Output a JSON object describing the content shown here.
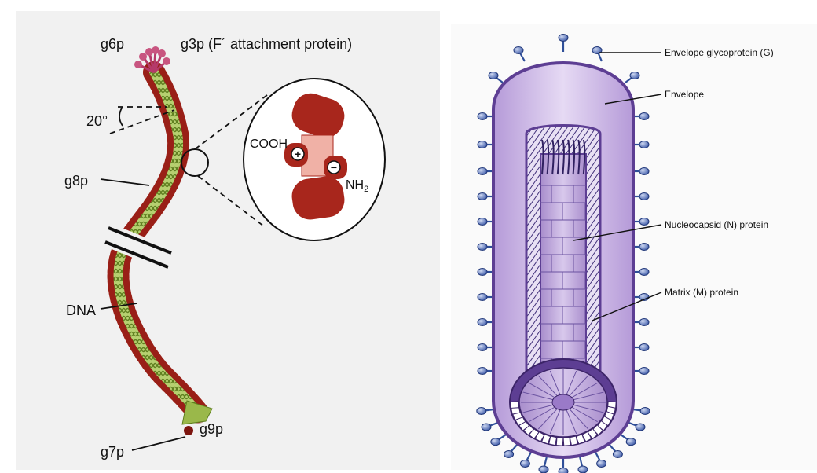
{
  "left_panel": {
    "labels": {
      "g6p": "g6p",
      "g3p": "g3p (F´ attachment protein)",
      "angle": "20°",
      "g8p": "g8p",
      "dna": "DNA",
      "g9p": "g9p",
      "g7p": "g7p"
    },
    "inset": {
      "cooh": "COOH",
      "plus": "+",
      "minus": "−",
      "nh_main": "NH",
      "nh_sub": "2"
    }
  },
  "right_panel": {
    "labels": {
      "glycoprotein": "Envelope glycoprotein (G)",
      "envelope": "Envelope",
      "nucleocapsid": "Nucleocapsid (N) protein",
      "matrix": "Matrix (M) protein"
    }
  },
  "colors": {
    "coat_red": "#a8261c",
    "dna_green": "#9ab84a",
    "envelope_purple": "#c9b0e6",
    "envelope_outline": "#5d3e93",
    "spike_blue": "#2f4f99"
  }
}
